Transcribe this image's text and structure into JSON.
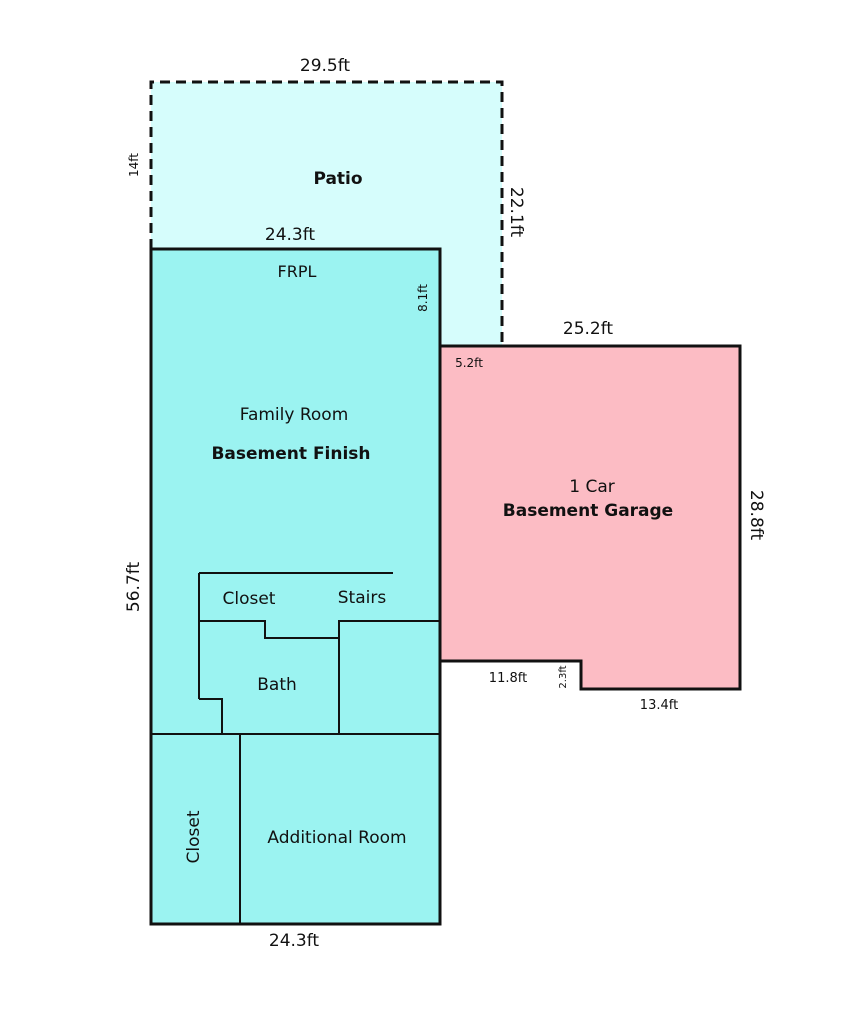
{
  "rooms": {
    "patio": {
      "label": "Patio",
      "fill": "#d6fdfc"
    },
    "basement_finish": {
      "sublabel": "Family Room",
      "label": "Basement Finish",
      "fill": "#9bf3f1"
    },
    "garage": {
      "sublabel": "1 Car",
      "label": "Basement Garage",
      "fill": "#fcbcc4"
    },
    "frpl": "FRPL",
    "closet_upper": "Closet",
    "stairs": "Stairs",
    "bath": "Bath",
    "closet_lower": "Closet",
    "additional_room": "Additional Room"
  },
  "dimensions": {
    "patio_top": "29.5ft",
    "patio_left": "14ft",
    "patio_right": "22.1ft",
    "finish_top": "24.3ft",
    "frpl_side": "8.1ft",
    "garage_top": "25.2ft",
    "garage_notch": "5.2ft",
    "garage_right": "28.8ft",
    "finish_left": "56.7ft",
    "garage_bottom_left": "11.8ft",
    "garage_step": "2.3ft",
    "garage_bottom_right": "13.4ft",
    "finish_bottom": "24.3ft"
  },
  "colors": {
    "wall": "#111111"
  }
}
